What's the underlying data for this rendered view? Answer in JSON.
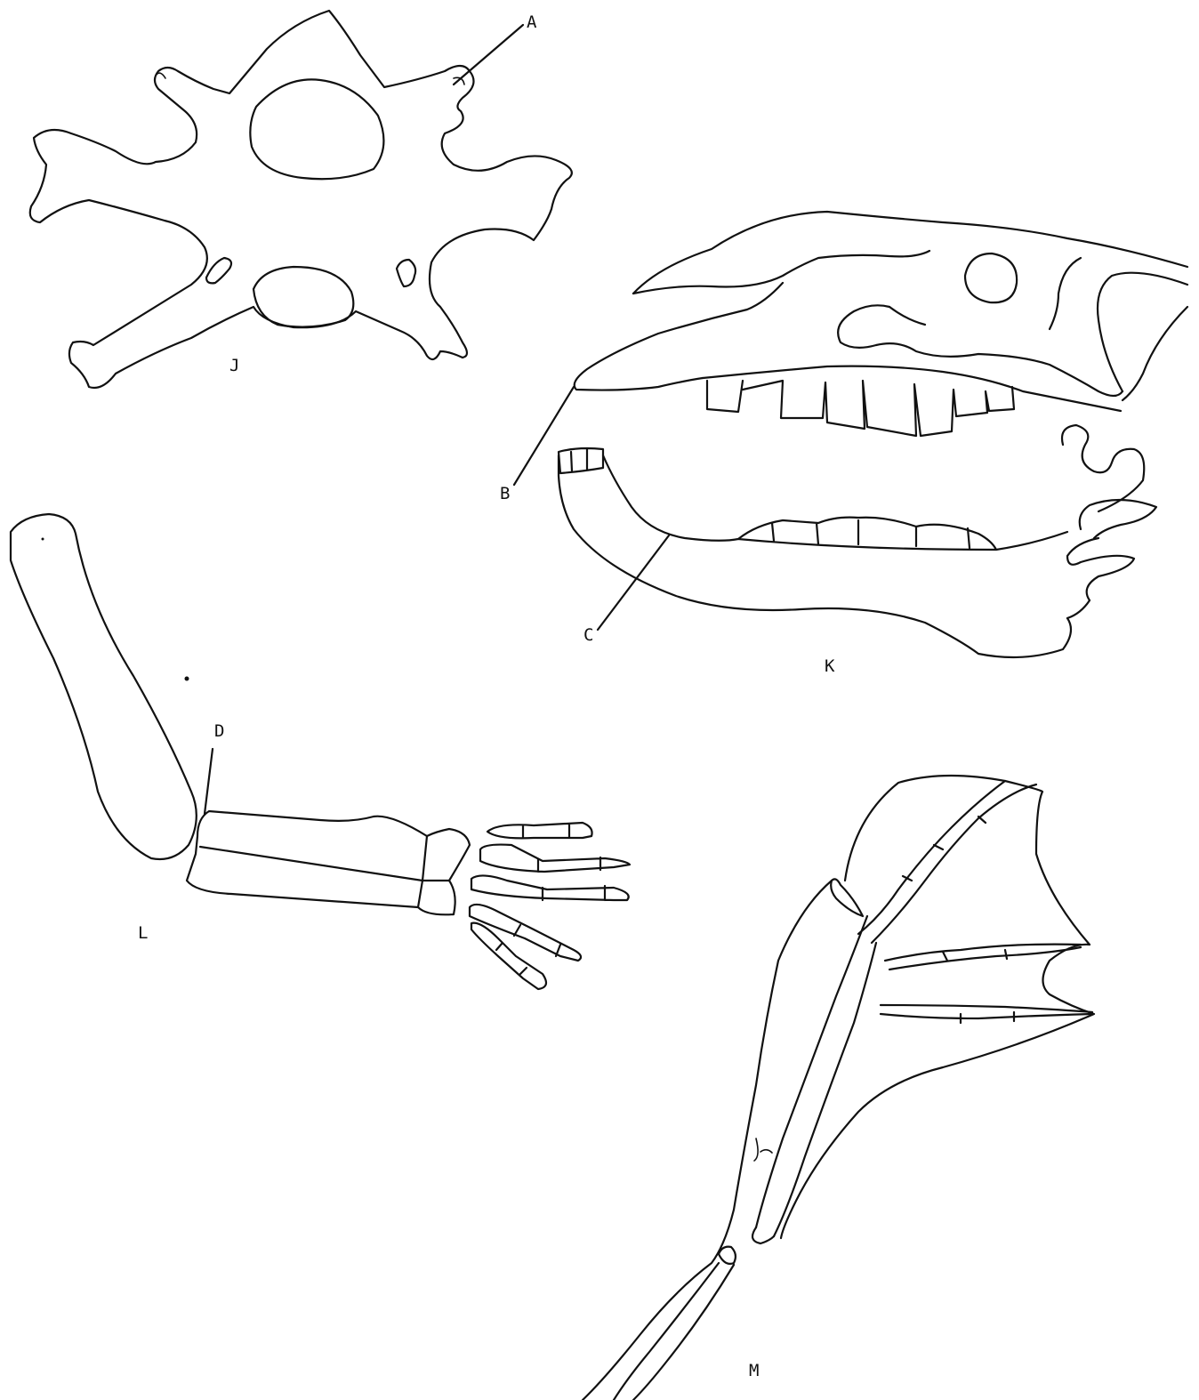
{
  "labels": {
    "a": "A",
    "b": "B",
    "c": "C",
    "d": "D",
    "j": "J",
    "k": "K",
    "l": "L",
    "m": "M"
  },
  "colors": {
    "ink": "#111111",
    "background": "#ffffff"
  }
}
